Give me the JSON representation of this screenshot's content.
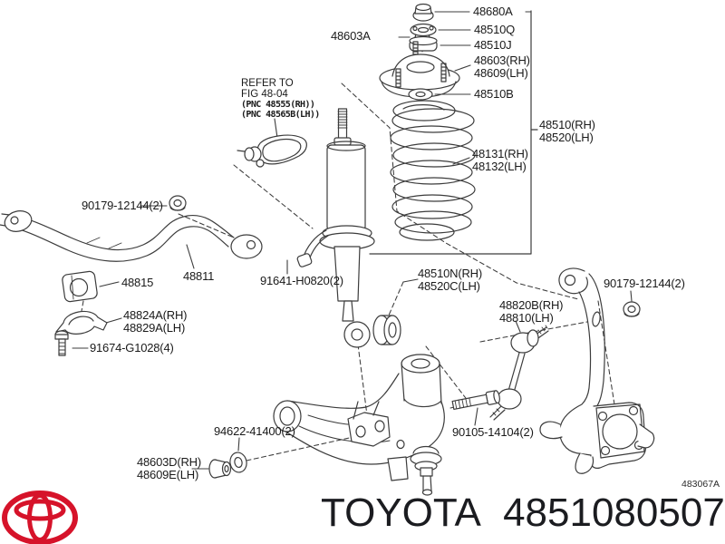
{
  "diagram": {
    "figure_code": "483067A",
    "refer_box": {
      "line1": "REFER TO",
      "line2": "FIG 48-04",
      "line3": "(PNC 48555(RH))",
      "line4": "(PNC 48565B(LH))"
    },
    "labels": {
      "l48680A": "48680A",
      "l48603A": "48603A",
      "l48510Q": "48510Q",
      "l48510J": "48510J",
      "l48603": {
        "line1": "48603(RH)",
        "line2": "48609(LH)"
      },
      "l48510B": "48510B",
      "l48510": {
        "line1": "48510(RH)",
        "line2": "48520(LH)"
      },
      "l48131": {
        "line1": "48131(RH)",
        "line2": "48132(LH)"
      },
      "l90179_left": "90179-12144(2)",
      "l48811": "48811",
      "l48815": "48815",
      "l48824A": {
        "line1": "48824A(RH)",
        "line2": "48829A(LH)"
      },
      "l91674": "91674-G1028(4)",
      "l91641": "91641-H0820(2)",
      "l48510N": {
        "line1": "48510N(RH)",
        "line2": "48520C(LH)"
      },
      "l48820B": {
        "line1": "48820B(RH)",
        "line2": "48810(LH)"
      },
      "l90179_right": "90179-12144(2)",
      "l94622": "94622-41400(2)",
      "l48603D": {
        "line1": "48603D(RH)",
        "line2": "48609E(LH)"
      },
      "l90105": "90105-14104(2)"
    }
  },
  "footer": {
    "brand": "TOYOTA",
    "part_number": "4851080507",
    "logo_color": "#d6132a"
  },
  "colors": {
    "line": "#3c3c3c",
    "text": "#1a1a1a",
    "background": "#ffffff"
  }
}
